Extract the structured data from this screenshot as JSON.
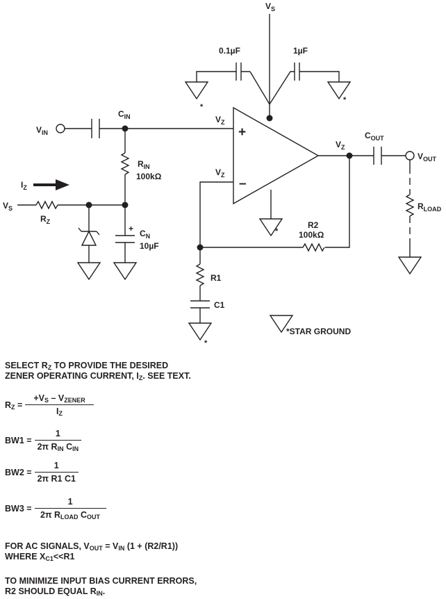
{
  "schematic": {
    "vs_top": "V",
    "vs_top_sub": "S",
    "cap_01": "0.1µF",
    "cap_1": "1µF",
    "vin": "V",
    "vin_sub": "IN",
    "cin": "C",
    "cin_sub": "IN",
    "vz_plus": "V",
    "vz_plus_sub": "Z",
    "vz_minus": "V",
    "vz_minus_sub": "Z",
    "vz_out": "V",
    "vz_out_sub": "Z",
    "plus_sign": "+",
    "minus_sign": "–",
    "cout": "C",
    "cout_sub": "OUT",
    "vout": "V",
    "vout_sub": "OUT",
    "rin": "R",
    "rin_sub": "IN",
    "rin_value": "100kΩ",
    "iz": "I",
    "iz_sub": "Z",
    "vs_left": "V",
    "vs_left_sub": "S",
    "rz": "R",
    "rz_sub": "Z",
    "cn_plus": "+",
    "cn": "C",
    "cn_sub": "N",
    "cn_value": "10µF",
    "rload": "R",
    "rload_sub": "LOAD",
    "r2": "R2",
    "r2_value": "100kΩ",
    "r1": "R1",
    "c1": "C1",
    "star": "*",
    "star_ground": "*STAR GROUND"
  },
  "notes": {
    "select_1a": "SELECT R",
    "select_1a_sub": "Z",
    "select_1b": " TO PROVIDE THE DESIRED",
    "select_2a": "ZENER OPERATING CURRENT, I",
    "select_2a_sub": "Z",
    "select_2b": ". SEE TEXT.",
    "rz_lhs": "R",
    "rz_lhs_sub": "Z",
    "eq_sign": " =",
    "rz_num_a": "+V",
    "rz_num_a_sub": "S",
    "rz_num_b": " – V",
    "rz_num_b_sub": "ZENER",
    "rz_den": "I",
    "rz_den_sub": "Z",
    "bw1_lhs": "BW1 =",
    "bw1_num": "1",
    "bw1_den_a": "2π R",
    "bw1_den_a_sub": "IN",
    "bw1_den_b": " C",
    "bw1_den_b_sub": "IN",
    "bw2_lhs": "BW2 =",
    "bw2_num": "1",
    "bw2_den": "2π R1 C1",
    "bw3_lhs": "BW3 =",
    "bw3_num": "1",
    "bw3_den_a": "2π R",
    "bw3_den_a_sub": "LOAD",
    "bw3_den_b": " C",
    "bw3_den_b_sub": "OUT",
    "ac_1a": "FOR AC SIGNALS, V",
    "ac_1a_sub": "OUT",
    "ac_1b": " = V",
    "ac_1b_sub": "IN",
    "ac_1c": " (1 + (R2/R1))",
    "ac_2a": "WHERE X",
    "ac_2a_sub": "C1",
    "ac_2b": "<<R1",
    "bias_1": "TO MINIMIZE INPUT BIAS CURRENT ERRORS,",
    "bias_2a": "R2 SHOULD EQUAL R",
    "bias_2a_sub": "IN",
    "bias_2b": "."
  }
}
